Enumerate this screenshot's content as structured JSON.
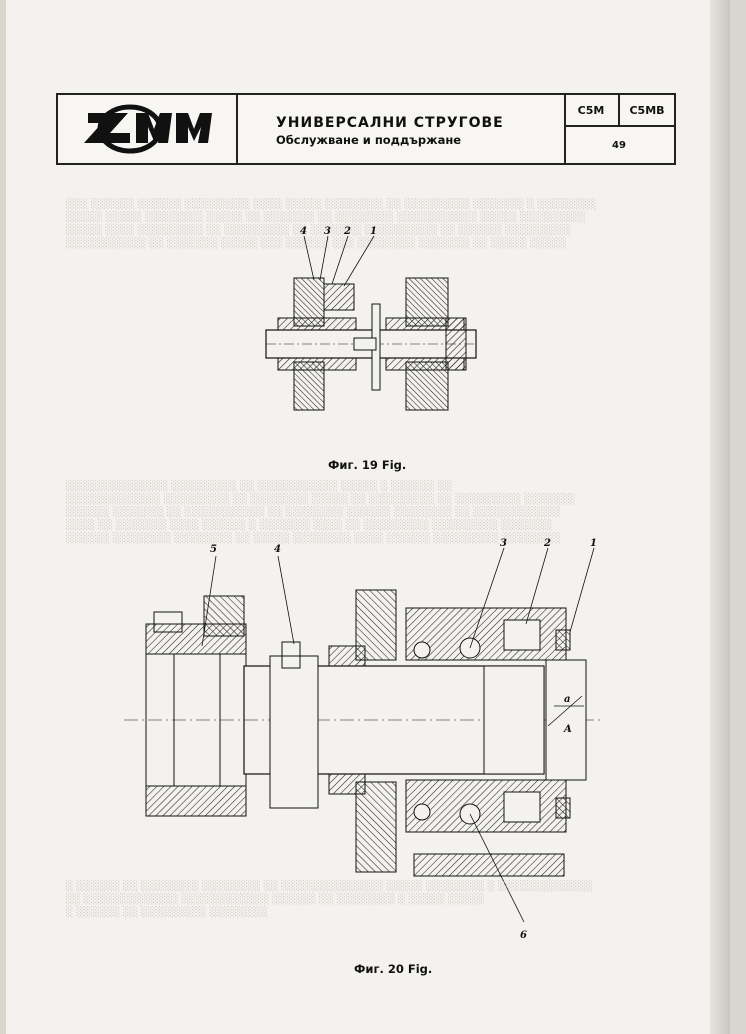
{
  "header": {
    "title": "УНИВЕРСАЛНИ СТРУГОВЕ",
    "subtitle": "Обслужване и поддържане",
    "model_a": "C5M",
    "model_b": "C5MB",
    "page_number": "49",
    "logo_text": "ЗММ"
  },
  "figures": [
    {
      "caption": "Фиг. 19 Fig.",
      "callouts": [
        "4",
        "3",
        "2",
        "1"
      ]
    },
    {
      "caption": "Фиг. 20 Fig.",
      "callouts": [
        "5",
        "4",
        "3",
        "2",
        "1",
        "6",
        "a",
        "A"
      ]
    }
  ]
}
